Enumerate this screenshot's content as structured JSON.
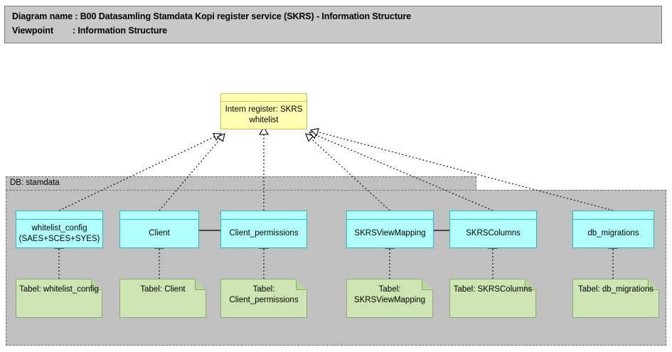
{
  "header": {
    "line1": "Diagram name : B00 Datasamling Stamdata Kopi register service (SKRS) - Information Structure",
    "line2": "Viewpoint        : Information Structure"
  },
  "group": {
    "label": "DB: stamdata"
  },
  "root_node": {
    "label": "Intern register: SKRS whitelist",
    "color": "#ffffb2",
    "border": "#c9bd5a"
  },
  "classes": [
    {
      "id": "whitelist_config",
      "label": "whitelist_config (SAES+SCES+SYES)"
    },
    {
      "id": "client",
      "label": "Client"
    },
    {
      "id": "client_perm",
      "label": "Client_permissions"
    },
    {
      "id": "skrsviewmapping",
      "label": "SKRSViewMapping"
    },
    {
      "id": "skrscolumns",
      "label": "SKRSColumns"
    },
    {
      "id": "db_migrations",
      "label": "db_migrations"
    }
  ],
  "tables": [
    {
      "id": "tbl_whitelist_config",
      "label": "Tabel: whitelist_config"
    },
    {
      "id": "tbl_client",
      "label": "Tabel: Client"
    },
    {
      "id": "tbl_client_perm",
      "label": "Tabel: Client_permissions"
    },
    {
      "id": "tbl_skrsviewmapping",
      "label": "Tabel: SKRSViewMapping"
    },
    {
      "id": "tbl_skrscolumns",
      "label": "Tabel: SKRSColumns"
    },
    {
      "id": "tbl_db_migrations",
      "label": "Tabel: db_migrations"
    }
  ],
  "colors": {
    "banner_fill": "#c8c8c8",
    "group_fill": "#c0c0c0",
    "class_fill": "#b2ffff",
    "class_border": "#2fb8b8",
    "note_fill": "#cde5b2",
    "note_border": "#8ea878",
    "root_fill": "#ffffb2",
    "connector": "#000000"
  }
}
